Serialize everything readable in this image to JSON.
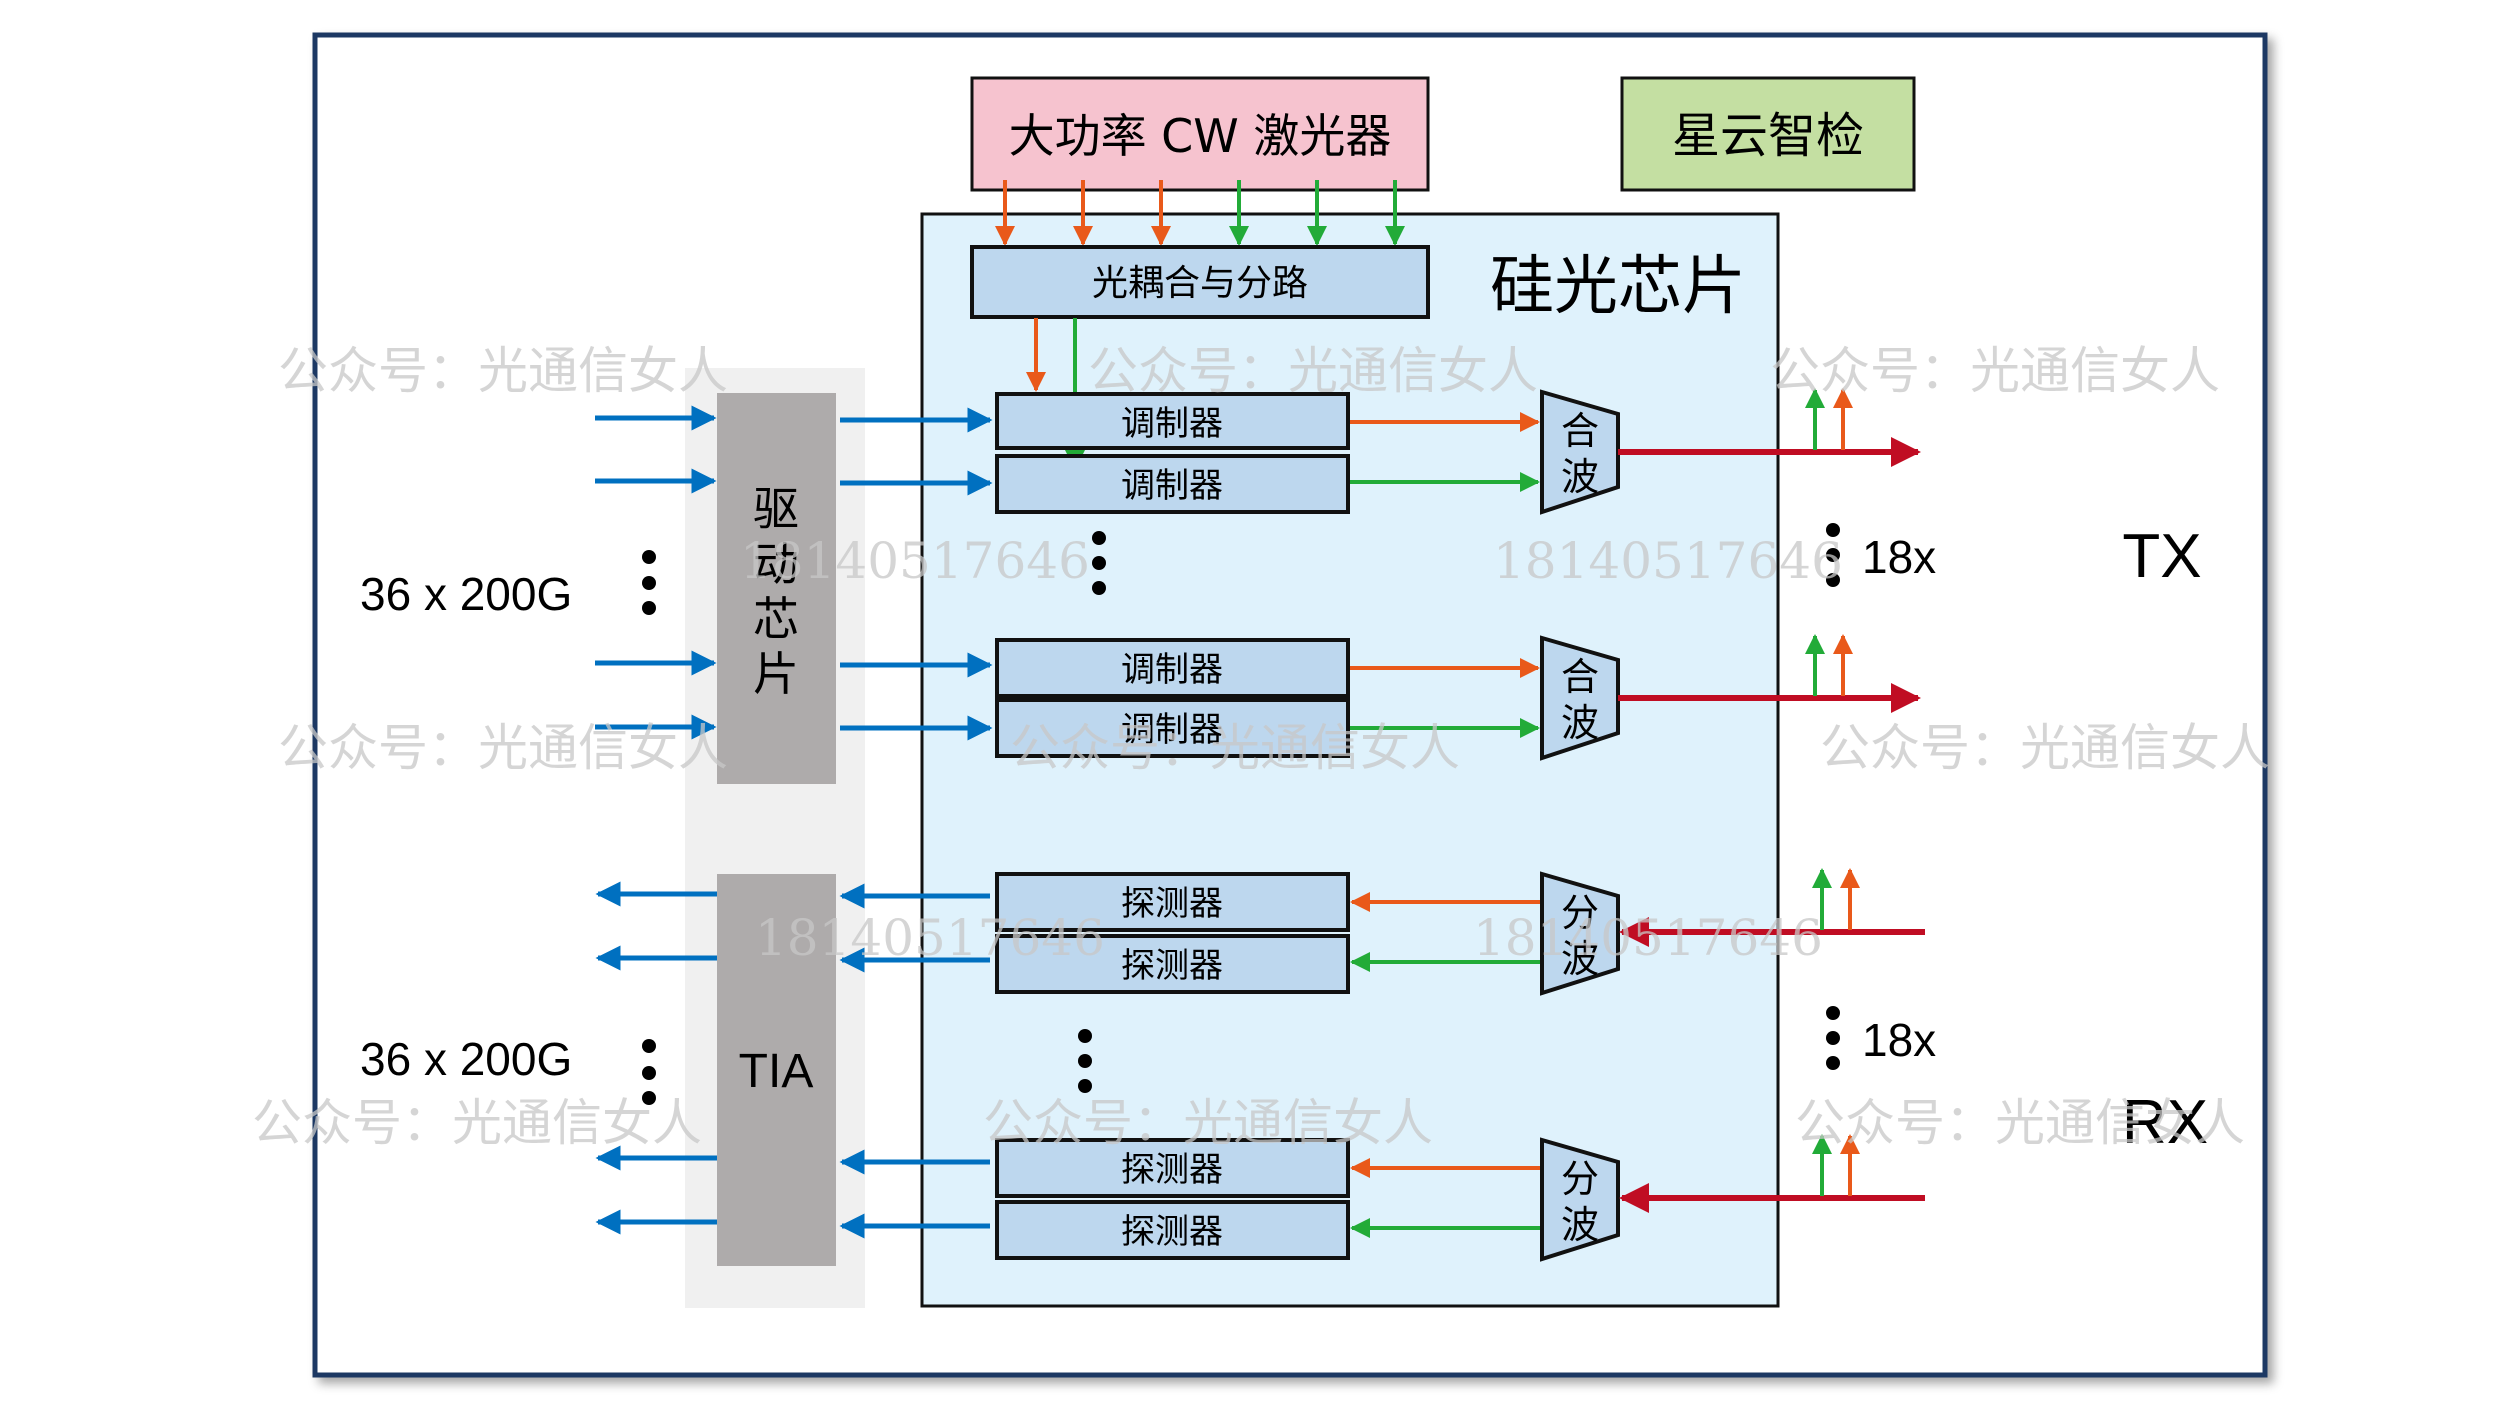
{
  "diagram": {
    "laser": {
      "label": "大功率 CW 激光器",
      "fill": "#f6c3cf"
    },
    "brand": {
      "label": "星云智检",
      "fill": "#c4dfa2"
    },
    "chip": {
      "label": "硅光芯片",
      "fill": "#dff2fc"
    },
    "coupler": {
      "label": "光耦合与分路",
      "fill": "#bdd7ee"
    },
    "driver": {
      "label": "驱动芯片",
      "chars": [
        "驱",
        "动",
        "芯",
        "片"
      ],
      "fill": "#aeabab"
    },
    "tia": {
      "label": "TIA",
      "fill": "#aeabab"
    },
    "modulator_label": "调制器",
    "detector_label": "探测器",
    "mux_chars": [
      "合",
      "波"
    ],
    "demux_chars": [
      "分",
      "波"
    ],
    "tx_rate_label": "36 x 200G",
    "rx_rate_label": "36 x 200G",
    "tx_count": "18x",
    "rx_count": "18x",
    "tx_label": "TX",
    "rx_label": "RX",
    "watermark_text": "公众号：光通信女人",
    "watermark_number": "18140517646",
    "colors": {
      "electrical": "#0070c0",
      "wavelength_1": "#e9591a",
      "wavelength_2": "#22ab38",
      "fiber": "#c00d23",
      "frame": "#1f3864",
      "block_fill": "#bdd7ee",
      "driver_bg": "#f0f0f0"
    }
  }
}
